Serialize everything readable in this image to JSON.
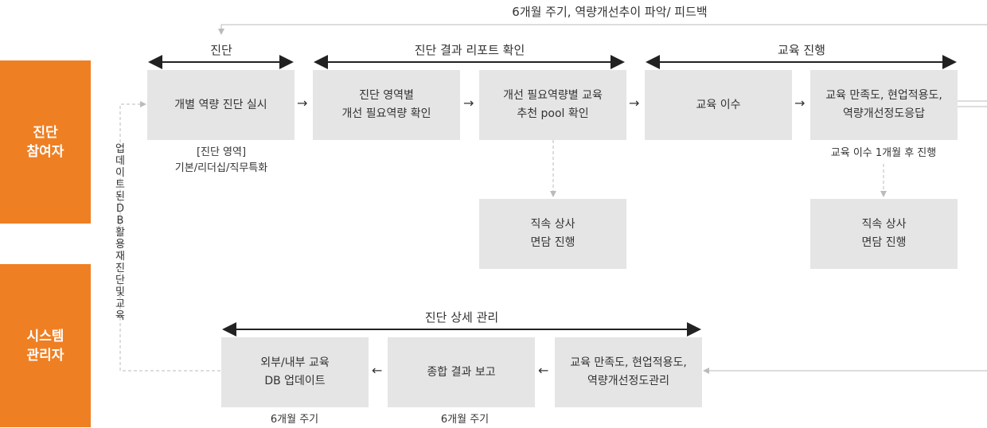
{
  "top_feedback": "6개월 주기, 역량개선추이 파악/ 피드백",
  "lanes": {
    "participant": "진단\n참여자",
    "admin": "시스템\n관리자"
  },
  "phases": {
    "diagnosis": "진단",
    "report": "진단 결과 리포트 확인",
    "education": "교육 진행",
    "detail": "진단 상세 관리"
  },
  "boxes": {
    "individual_diagnosis": "개별 역량 진단 실시",
    "area_check": "진단 영역별\n개선 필요역량 확인",
    "pool_check": "개선 필요역량별 교육\n추천 pool 확인",
    "completion": "교육 이수",
    "survey": "교육 만족도, 현업적용도,\n역량개선정도응답",
    "interview_1": "직속 상사\n면담 진행",
    "interview_2": "직속 상사\n면담 진행",
    "db_update": "외부/내부 교육\nDB 업데이트",
    "report_total": "종합 결과 보고",
    "manage": "교육 만족도, 현업적용도,\n역량개선정도관리"
  },
  "notes": {
    "area_title": "[진단 영역]",
    "area_list": "기본/리더십/직무특화",
    "after_completion": "교육 이수 1개월 후 진행",
    "cycle_db": "6개월 주기",
    "cycle_report": "6개월 주기"
  },
  "vertical_note": "업데이트된 DB활용 재진단 및 교육",
  "arrow_glyphs": {
    "right": "→",
    "left": "←"
  },
  "colors": {
    "lane": "#ef7f23",
    "box": "#e5e5e5",
    "dashed": "#bbbbbb",
    "text": "#333333"
  }
}
